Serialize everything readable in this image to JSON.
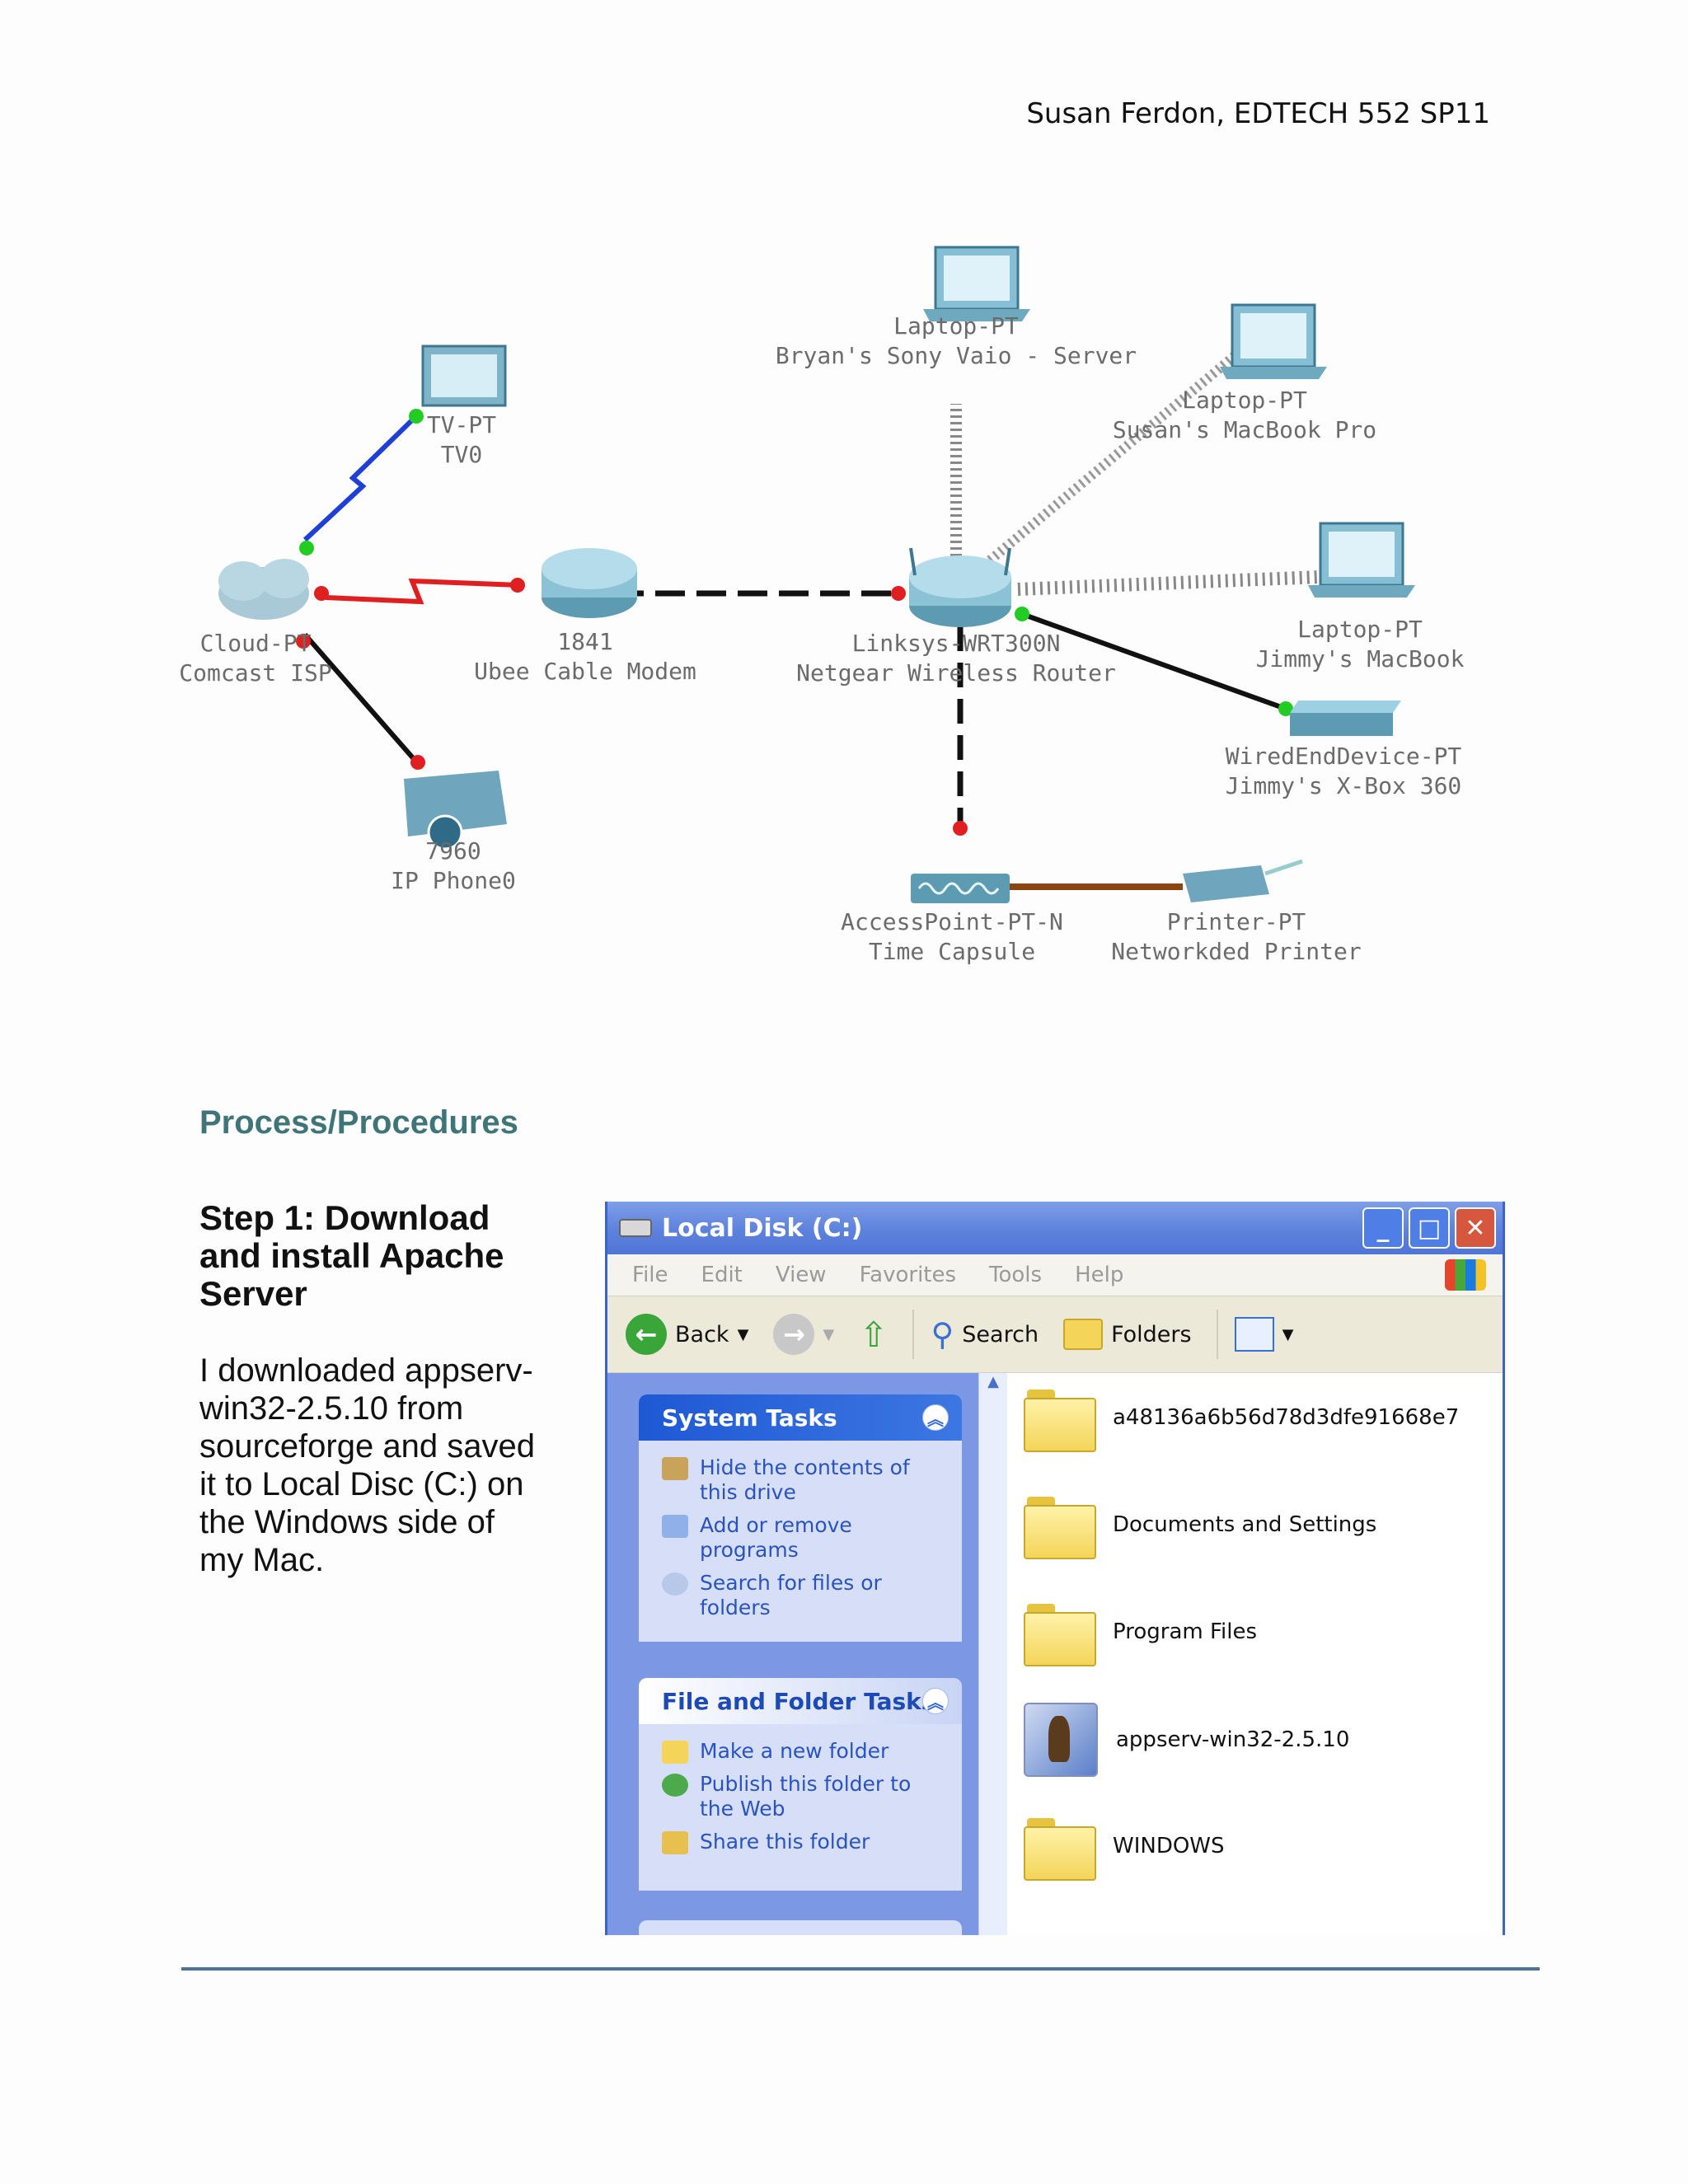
{
  "header": {
    "text": "Susan Ferdon, EDTECH 552 SP11"
  },
  "diagram": {
    "devices": [
      {
        "id": "tv",
        "type": "TV-PT",
        "name": "TV0"
      },
      {
        "id": "cloud",
        "type": "Cloud-PT",
        "name": "Comcast ISP"
      },
      {
        "id": "phone",
        "type": "7960",
        "name": "IP Phone0"
      },
      {
        "id": "modem",
        "type": "1841",
        "name": "Ubee Cable Modem"
      },
      {
        "id": "router",
        "type": "Linksys-WRT300N",
        "name": "Netgear Wireless Router"
      },
      {
        "id": "laptop_server",
        "type": "Laptop-PT",
        "name": "Bryan's Sony Vaio - Server"
      },
      {
        "id": "laptop_susan",
        "type": "Laptop-PT",
        "name": "Susan's  MacBook Pro"
      },
      {
        "id": "laptop_jimmy",
        "type": "Laptop-PT",
        "name": "Jimmy's MacBook"
      },
      {
        "id": "xbox",
        "type": "WiredEndDevice-PT",
        "name": "Jimmy's X-Box 360"
      },
      {
        "id": "ap",
        "type": "AccessPoint-PT-N",
        "name": "Time Capsule"
      },
      {
        "id": "printer",
        "type": "Printer-PT",
        "name": "Networkded Printer"
      }
    ],
    "links": [
      {
        "from": "cloud",
        "to": "tv",
        "kind": "coaxial",
        "color": "#1f3fd9"
      },
      {
        "from": "cloud",
        "to": "modem",
        "kind": "serial",
        "color": "#e02020"
      },
      {
        "from": "cloud",
        "to": "phone",
        "kind": "straight",
        "color": "#111111"
      },
      {
        "from": "modem",
        "to": "router",
        "kind": "crossover",
        "color": "#111111"
      },
      {
        "from": "router",
        "to": "laptop_server",
        "kind": "wireless",
        "color": "#8a8a8a"
      },
      {
        "from": "router",
        "to": "laptop_susan",
        "kind": "wireless",
        "color": "#8a8a8a"
      },
      {
        "from": "router",
        "to": "laptop_jimmy",
        "kind": "wireless",
        "color": "#8a8a8a"
      },
      {
        "from": "router",
        "to": "xbox",
        "kind": "straight",
        "color": "#111111"
      },
      {
        "from": "router",
        "to": "ap",
        "kind": "crossover",
        "color": "#111111"
      },
      {
        "from": "ap",
        "to": "printer",
        "kind": "straight",
        "color": "#8b4513"
      }
    ]
  },
  "section_title": "Process/Procedures",
  "step": {
    "title": "Step 1: Download and install Apache Server",
    "body": "I downloaded appserv-win32-2.5.10 from sourceforge and saved it to Local Disc (C:) on the Windows side of my Mac."
  },
  "window": {
    "title": "Local Disk (C:)",
    "menu": [
      "File",
      "Edit",
      "View",
      "Favorites",
      "Tools",
      "Help"
    ],
    "toolbar": {
      "back": "Back",
      "search": "Search",
      "folders": "Folders"
    },
    "panels": [
      {
        "title": "System Tasks",
        "items": [
          "Hide the contents of this drive",
          "Add or remove programs",
          "Search for files or folders"
        ]
      },
      {
        "title": "File and Folder Tasks",
        "items": [
          "Make a new folder",
          "Publish this folder to the Web",
          "Share this folder"
        ]
      }
    ],
    "files": [
      "a48136a6b56d78d3dfe91668e7",
      "Documents and Settings",
      "Program Files",
      "appserv-win32-2.5.10",
      "WINDOWS"
    ]
  }
}
